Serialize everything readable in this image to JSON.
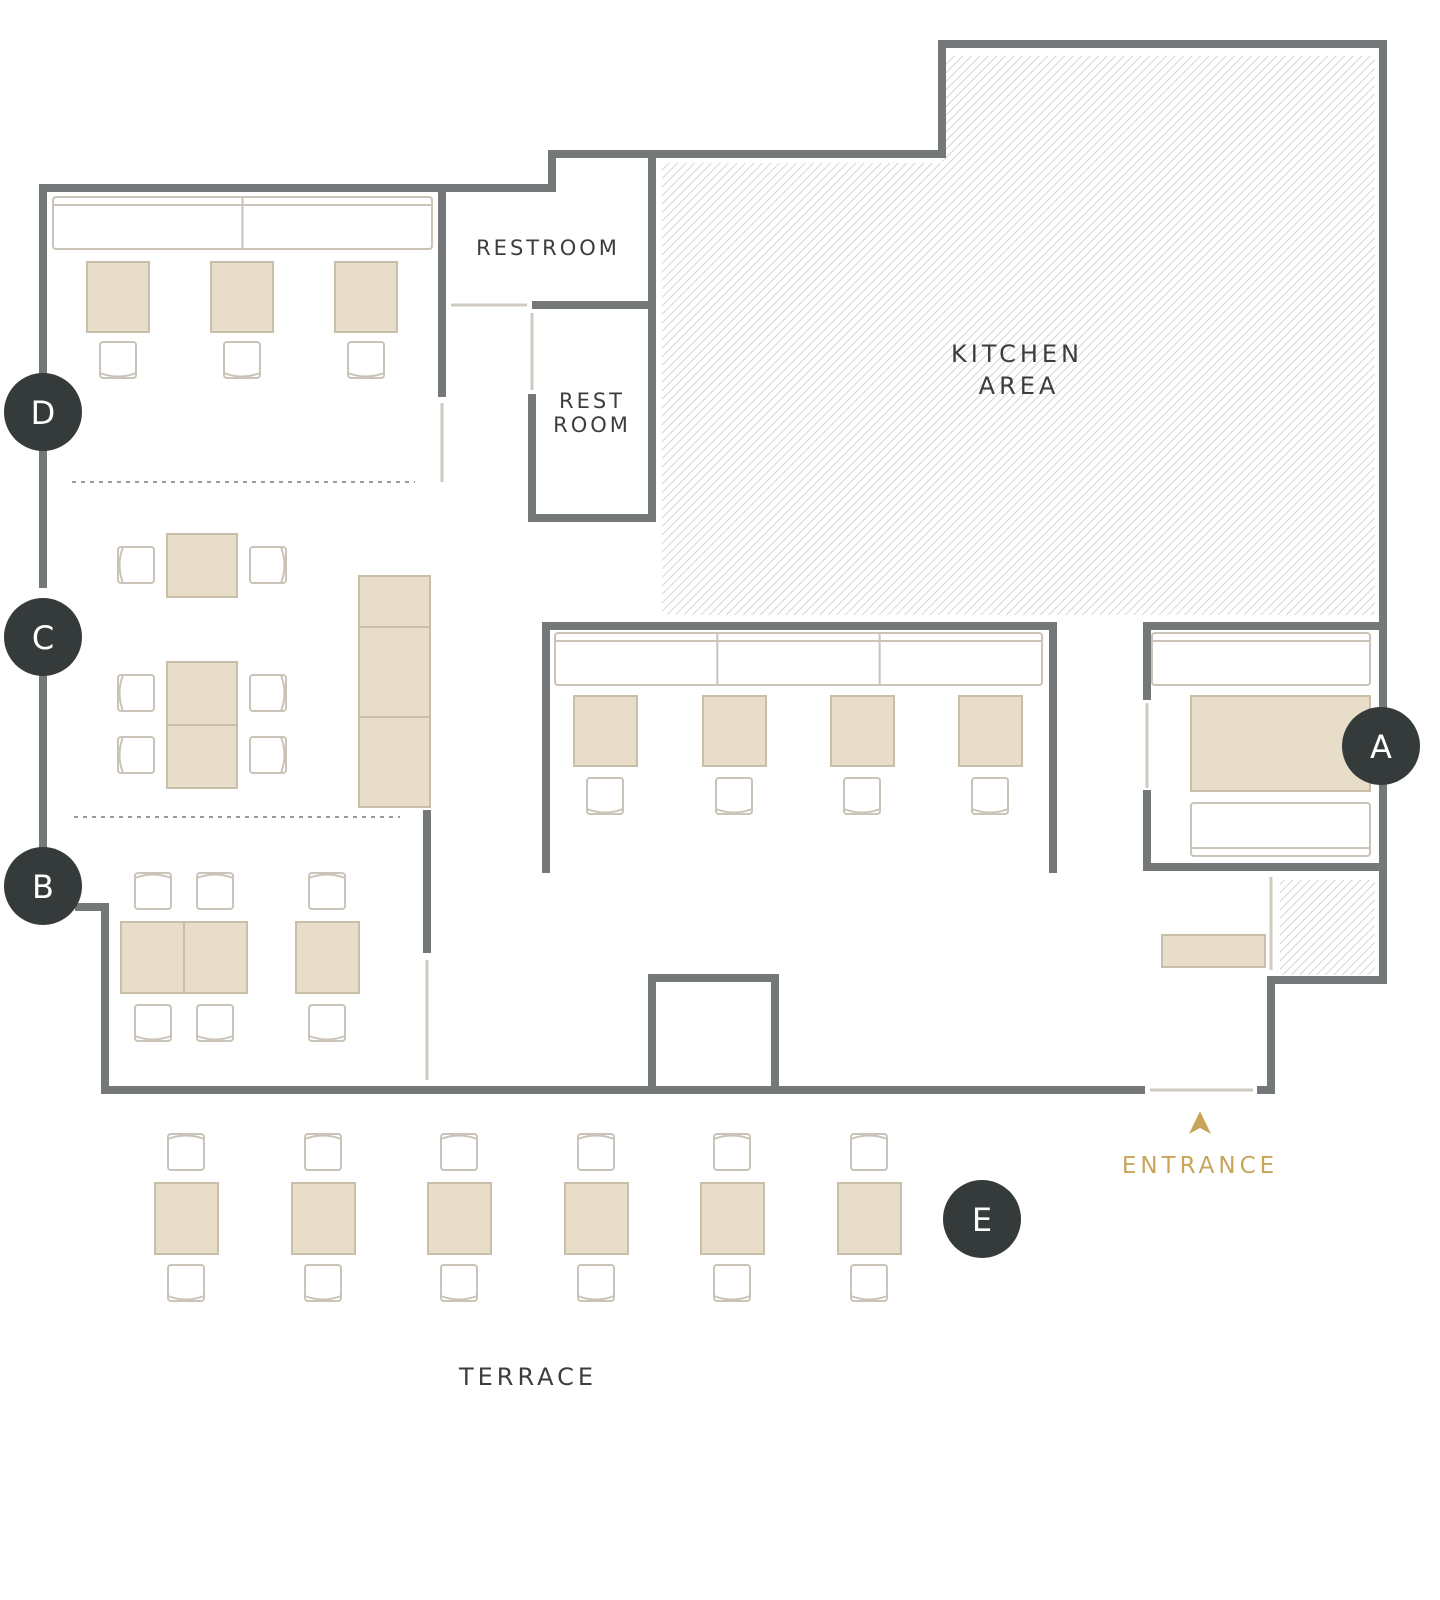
{
  "floor_plan": {
    "rooms": {
      "restroom_1": "RESTROOM",
      "restroom_2_line1": "REST",
      "restroom_2_line2": "ROOM",
      "kitchen_line1": "KITCHEN",
      "kitchen_line2": "AREA",
      "terrace": "TERRACE",
      "entrance": "ENTRANCE"
    },
    "zones": [
      "A",
      "B",
      "C",
      "D",
      "E"
    ],
    "colors": {
      "wall": "#747878",
      "table": "#e8ddc9",
      "marker": "#353a3b",
      "entrance": "#c9a55a"
    }
  }
}
